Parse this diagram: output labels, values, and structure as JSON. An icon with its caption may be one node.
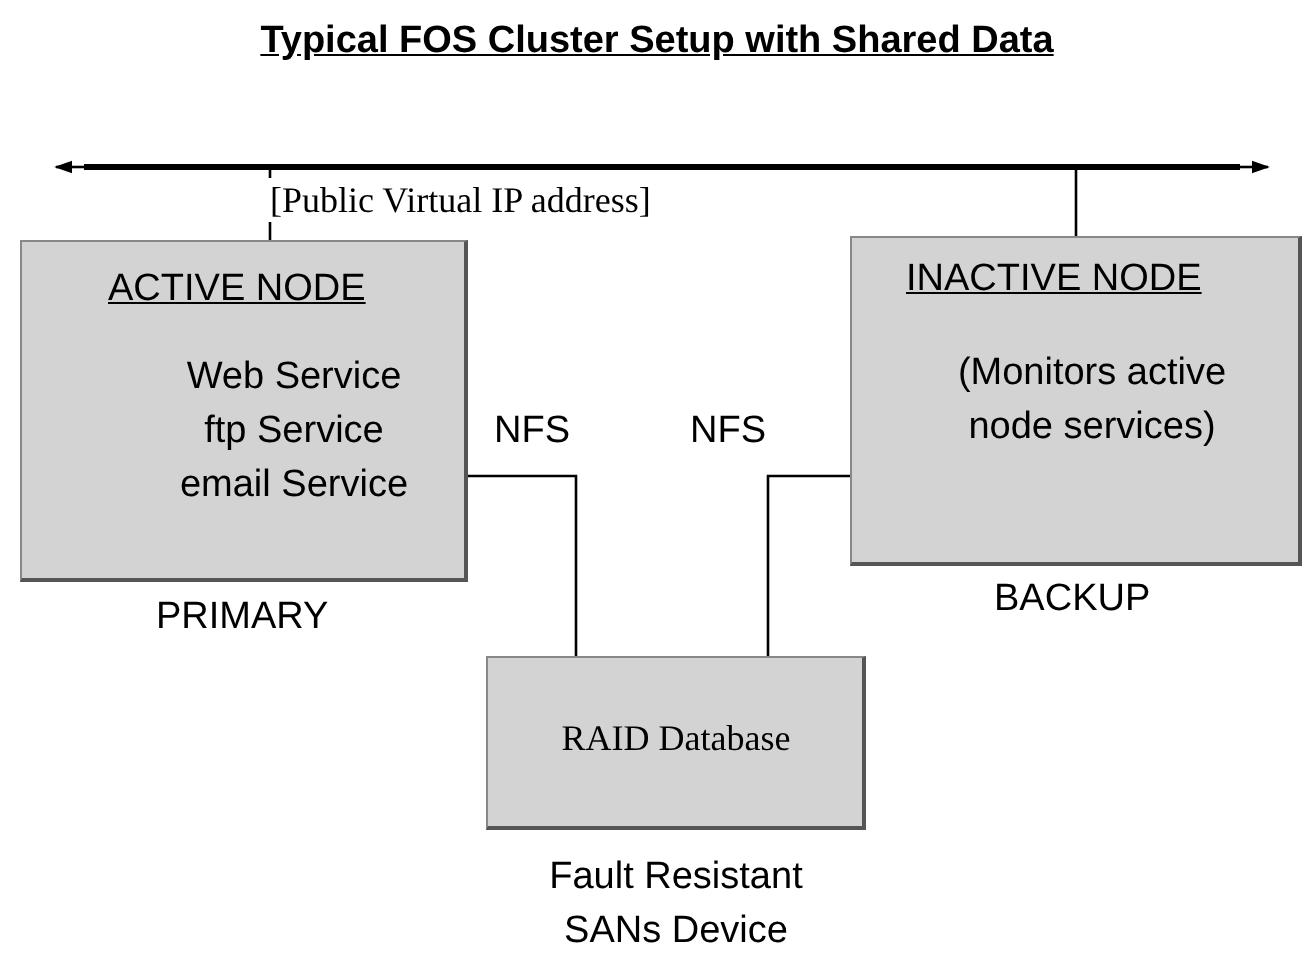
{
  "diagram": {
    "title": "Typical FOS Cluster Setup with Shared Data",
    "nodes": [
      {
        "text": [],
        "shape": "bar"
      },
      {
        "text": [
          "ACTIVE NODE",
          "Web Service ftp Service email Service"
        ],
        "beside": [
          "PRIMARY"
        ]
      },
      {
        "text": [
          "INACTIVE NODE",
          "(Monitors active node services)"
        ],
        "beside": [
          "BACKUP"
        ]
      },
      {
        "text": [
          "RAID Database"
        ],
        "beside": [
          "Fault Resistant SANs Device"
        ]
      }
    ],
    "edges": [
      {
        "from": 0,
        "to": null,
        "arrow": "to"
      },
      {
        "from": 0,
        "to": null,
        "arrow": "to"
      },
      {
        "from": 0,
        "to": 1,
        "arrow": "none"
      },
      {
        "from": 0,
        "to": 2,
        "arrow": "none"
      },
      {
        "from": 1,
        "to": 3,
        "arrow": "none",
        "label": "NFS"
      },
      {
        "from": 2,
        "to": 3,
        "arrow": "none",
        "label": "NFS"
      }
    ],
    "labels": [
      "[Public Virtual IP address]"
    ]
  }
}
